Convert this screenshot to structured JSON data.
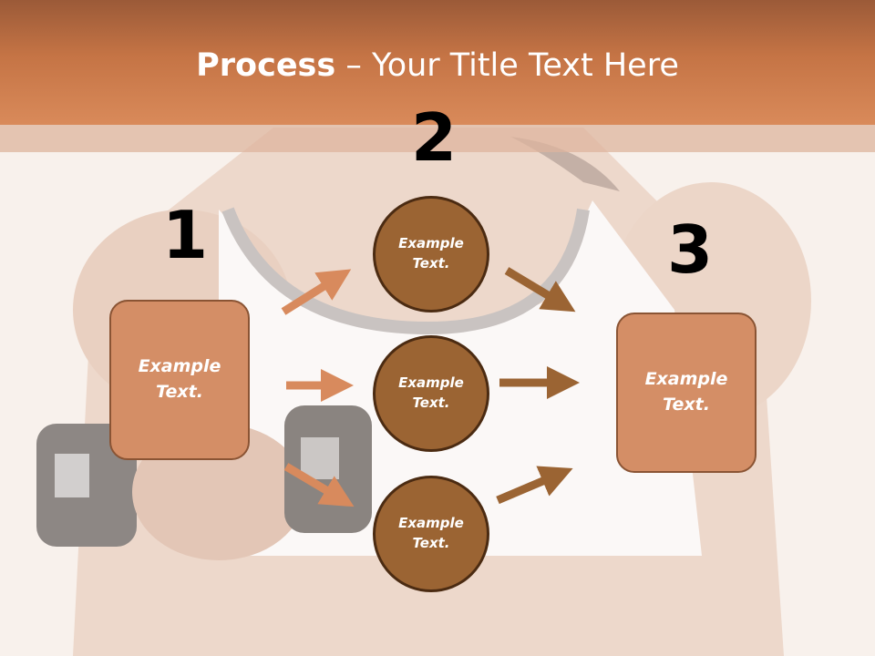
{
  "title": {
    "bold": "Process",
    "rest": " – Your Title Text Here"
  },
  "steps": [
    {
      "number": "1",
      "text": "Example Text."
    },
    {
      "number": "2",
      "text": "Example Text."
    },
    {
      "number": "3",
      "text": "Example Text."
    }
  ],
  "circles": [
    {
      "text": "Example Text."
    },
    {
      "text": "Example Text."
    },
    {
      "text": "Example Text."
    }
  ],
  "colors": {
    "header": "#c57445",
    "box_fill": "#d48e66",
    "circle_fill": "#9b6433",
    "arrow_light": "#d88a5d",
    "arrow_dark": "#9b6433"
  }
}
